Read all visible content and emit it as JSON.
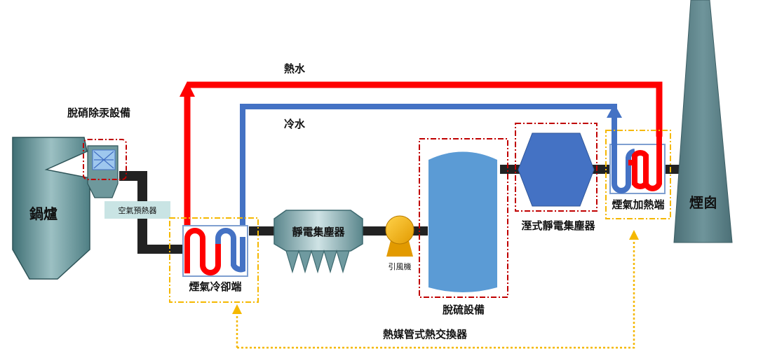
{
  "labels": {
    "hot_water": "熱水",
    "cold_water": "冷水",
    "denitration": "脫硝除汞設備",
    "boiler": "鍋爐",
    "air_preheater": "空氣預熱器",
    "flue_gas_cooler": "煙氣冷卻端",
    "esp": "靜電集塵器",
    "id_fan": "引風機",
    "desulfurization": "脫硫設備",
    "wet_esp": "溼式靜電集塵器",
    "flue_gas_reheater": "煙氣加熱端",
    "chimney": "煙囪",
    "heat_exchanger": "熱媒管式熱交換器"
  },
  "colors": {
    "hot": "#ff0000",
    "cold": "#4472c4",
    "duct": "#222222",
    "highlight_red": "#c00000",
    "highlight_yellow": "#f5b800",
    "boiler_fill": "#5f8f94",
    "tower_fill": "#5b9bd5",
    "wet_esp_fill": "#4472c4",
    "chimney_fill": "#5b7f86",
    "fan_fill": "#f0b400",
    "esp_fill": "#7da7ad",
    "air_preheater_fill": "#c9e4e4"
  }
}
